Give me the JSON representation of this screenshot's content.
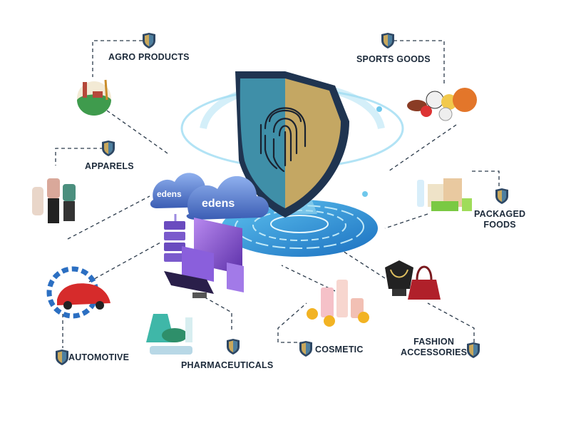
{
  "center": {
    "cloud_logo_1": "edens",
    "cloud_logo_2": "edens",
    "shield_icon": "fingerprint-shield-icon"
  },
  "categories": [
    {
      "id": "agro",
      "label": "AGRO PRODUCTS",
      "icon": "agro-farm-icon"
    },
    {
      "id": "sports",
      "label": "SPORTS GOODS",
      "icon": "sports-balls-icon"
    },
    {
      "id": "apparels",
      "label": "APPARELS",
      "icon": "apparel-mannequins-icon"
    },
    {
      "id": "packaged",
      "label_line1": "PACKAGED",
      "label_line2": "FOODS",
      "icon": "packaged-foods-icon"
    },
    {
      "id": "automotive",
      "label": "AUTOMOTIVE",
      "icon": "car-gear-icon"
    },
    {
      "id": "pharma",
      "label": "PHARMACEUTICALS",
      "icon": "pharma-lab-icon"
    },
    {
      "id": "cosmetic",
      "label": "COSMETIC",
      "icon": "cosmetic-bottles-icon"
    },
    {
      "id": "fashion",
      "label_line1": "FASHION",
      "label_line2": "ACCESSORIES",
      "icon": "handbag-necklace-icon"
    }
  ],
  "colors": {
    "shield_navy": "#1f3450",
    "shield_gold": "#c4a763",
    "shield_teal": "#3f8fa8",
    "platform_blue": "#2a8fd6",
    "cloud_blue": "#4f74c8",
    "server_purple": "#7a4fc4",
    "label_text": "#1c2a3a",
    "badge_gold": "#c9a85c",
    "dash_line": "#2b3a4a"
  }
}
